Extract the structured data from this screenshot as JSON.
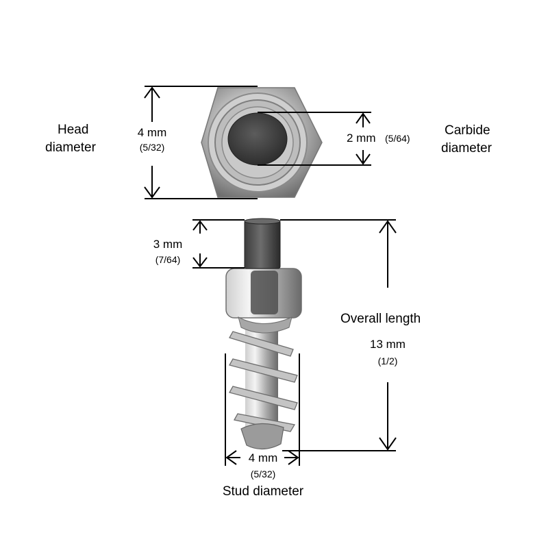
{
  "head": {
    "title_line1": "Head",
    "title_line2": "diameter",
    "metric": "4 mm",
    "imperial": "(5/32)"
  },
  "carbide": {
    "title_line1": "Carbide",
    "title_line2": "diameter",
    "metric": "2 mm",
    "imperial": "(5/64)"
  },
  "protrusion": {
    "metric": "3 mm",
    "imperial": "(7/64)"
  },
  "overall": {
    "title": "Overall length",
    "metric": "13 mm",
    "imperial": "(1/2)"
  },
  "stud": {
    "metric": "4 mm",
    "imperial": "(5/32)",
    "title": "Stud diameter"
  }
}
